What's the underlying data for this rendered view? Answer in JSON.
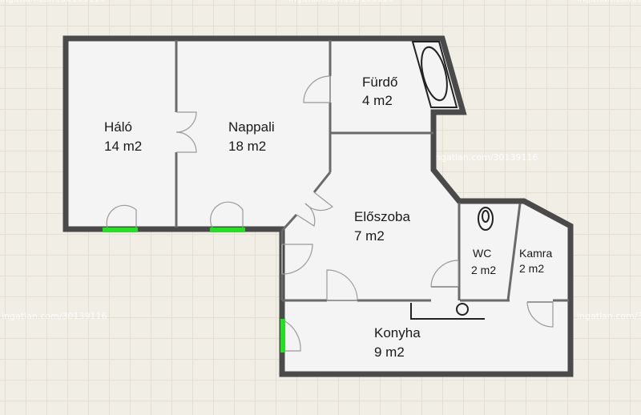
{
  "watermark": "ingatlan.com/30139116",
  "rooms": [
    {
      "id": "halo",
      "name": "Háló",
      "area": "14 m2"
    },
    {
      "id": "nappali",
      "name": "Nappali",
      "area": "18 m2"
    },
    {
      "id": "furdo",
      "name": "Fürdő",
      "area": "4 m2"
    },
    {
      "id": "eloszoba",
      "name": "Előszoba",
      "area": "7 m2"
    },
    {
      "id": "wc",
      "name": "WC",
      "area": "2 m2"
    },
    {
      "id": "kamra",
      "name": "Kamra",
      "area": "2 m2"
    },
    {
      "id": "konyha",
      "name": "Konyha",
      "area": "9 m2"
    }
  ],
  "colors": {
    "wall": "#4a4a4a",
    "floor": "#f4f4f4",
    "window": "#22e022",
    "background": "#f1eee6",
    "door": "#9a9a9a"
  }
}
